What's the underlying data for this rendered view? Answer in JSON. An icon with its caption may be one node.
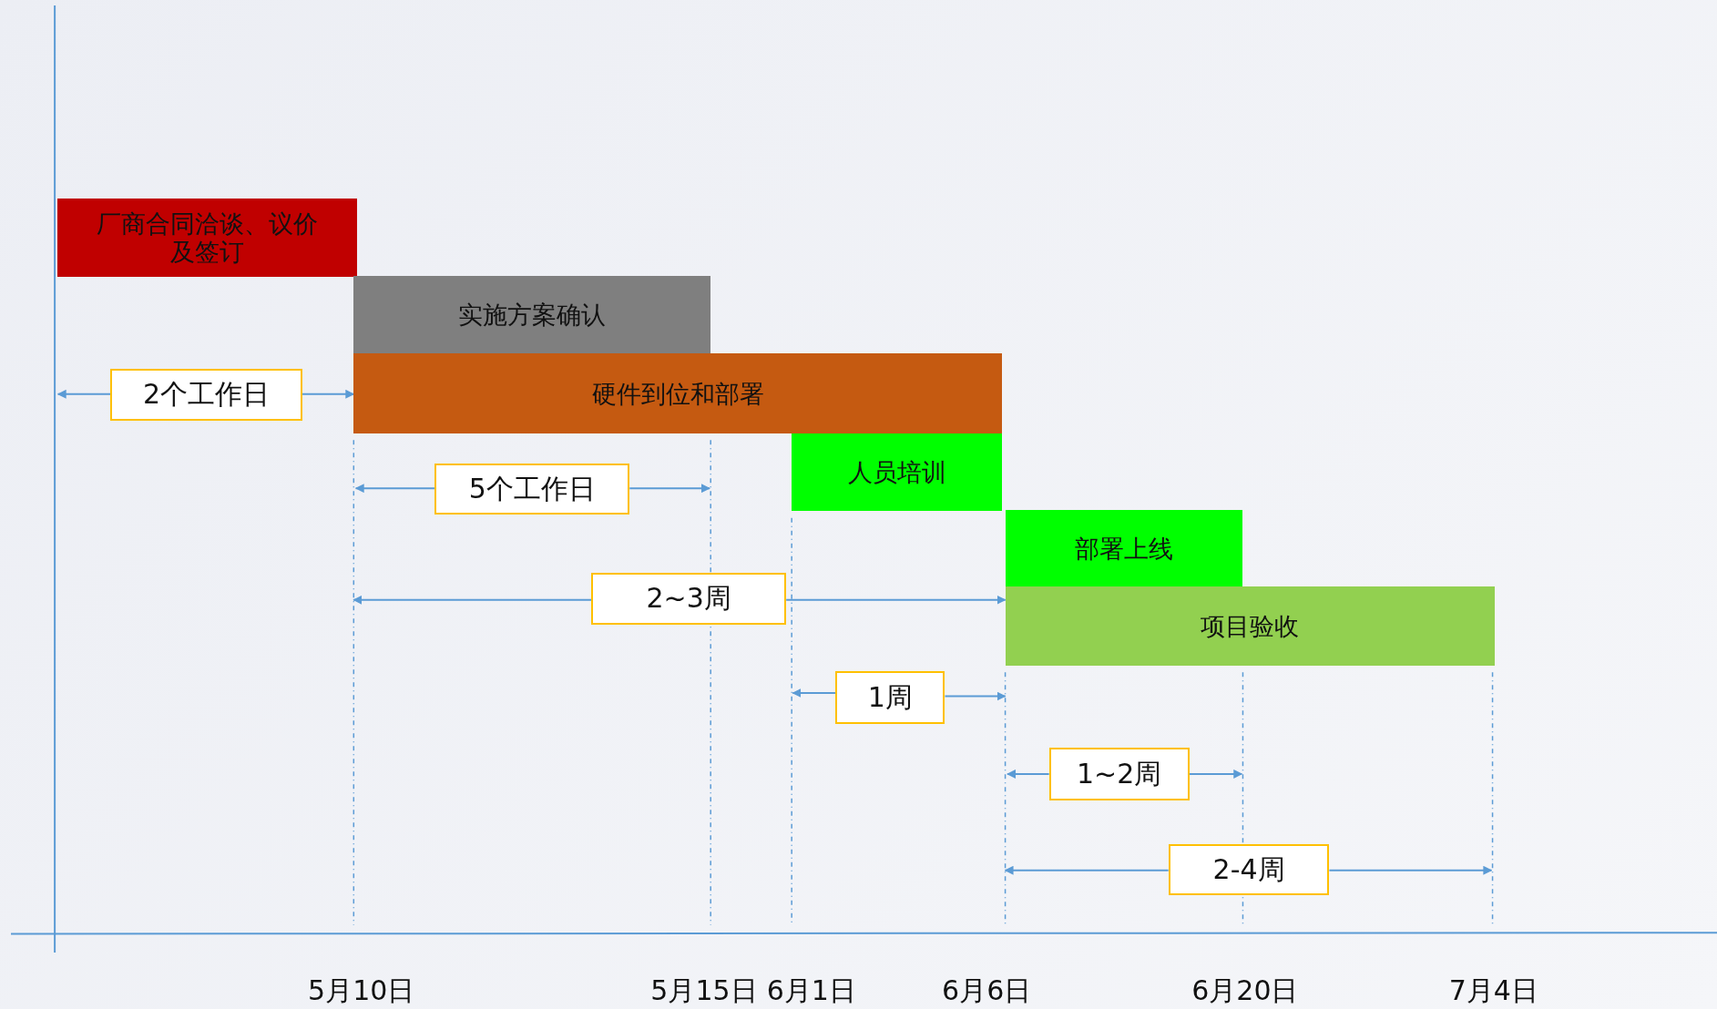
{
  "diagram": {
    "nodes": [
      {
        "text": [
          "厂商合同洽谈、议价及签订"
        ]
      },
      {
        "text": [
          "实施方案确认"
        ]
      },
      {
        "text": [
          "硬件到位和部署"
        ]
      },
      {
        "text": [
          "人员培训"
        ]
      },
      {
        "text": [
          "部署上线"
        ]
      },
      {
        "text": [
          "项目验收"
        ]
      },
      {
        "text": [
          "2个工作日"
        ]
      },
      {
        "text": [
          "5个工作日"
        ]
      },
      {
        "text": [
          "2~3周"
        ]
      },
      {
        "text": [
          "1周"
        ]
      },
      {
        "text": [
          "1~2周"
        ]
      },
      {
        "text": [
          "2-4周"
        ]
      }
    ],
    "edges": [
      {
        "from": 6,
        "to": null,
        "arrow": "to"
      },
      {
        "from": 6,
        "to": 2,
        "arrow": "to"
      },
      {
        "from": 7,
        "to": null,
        "arrow": "to"
      },
      {
        "from": 7,
        "to": null,
        "arrow": "to"
      },
      {
        "from": 8,
        "to": null,
        "arrow": "to"
      },
      {
        "from": 8,
        "to": 5,
        "arrow": "to"
      },
      {
        "from": 9,
        "to": null,
        "arrow": "to"
      },
      {
        "from": 9,
        "to": 5,
        "arrow": "to"
      },
      {
        "from": 10,
        "to": null,
        "arrow": "to"
      },
      {
        "from": 10,
        "to": null,
        "arrow": "to"
      },
      {
        "from": 11,
        "to": null,
        "arrow": "to"
      },
      {
        "from": 11,
        "to": null,
        "arrow": "to"
      }
    ],
    "labels": [
      "5月10日",
      "5月15日",
      "6月1日",
      "6月6日",
      "6月20日",
      "7月4日"
    ]
  }
}
